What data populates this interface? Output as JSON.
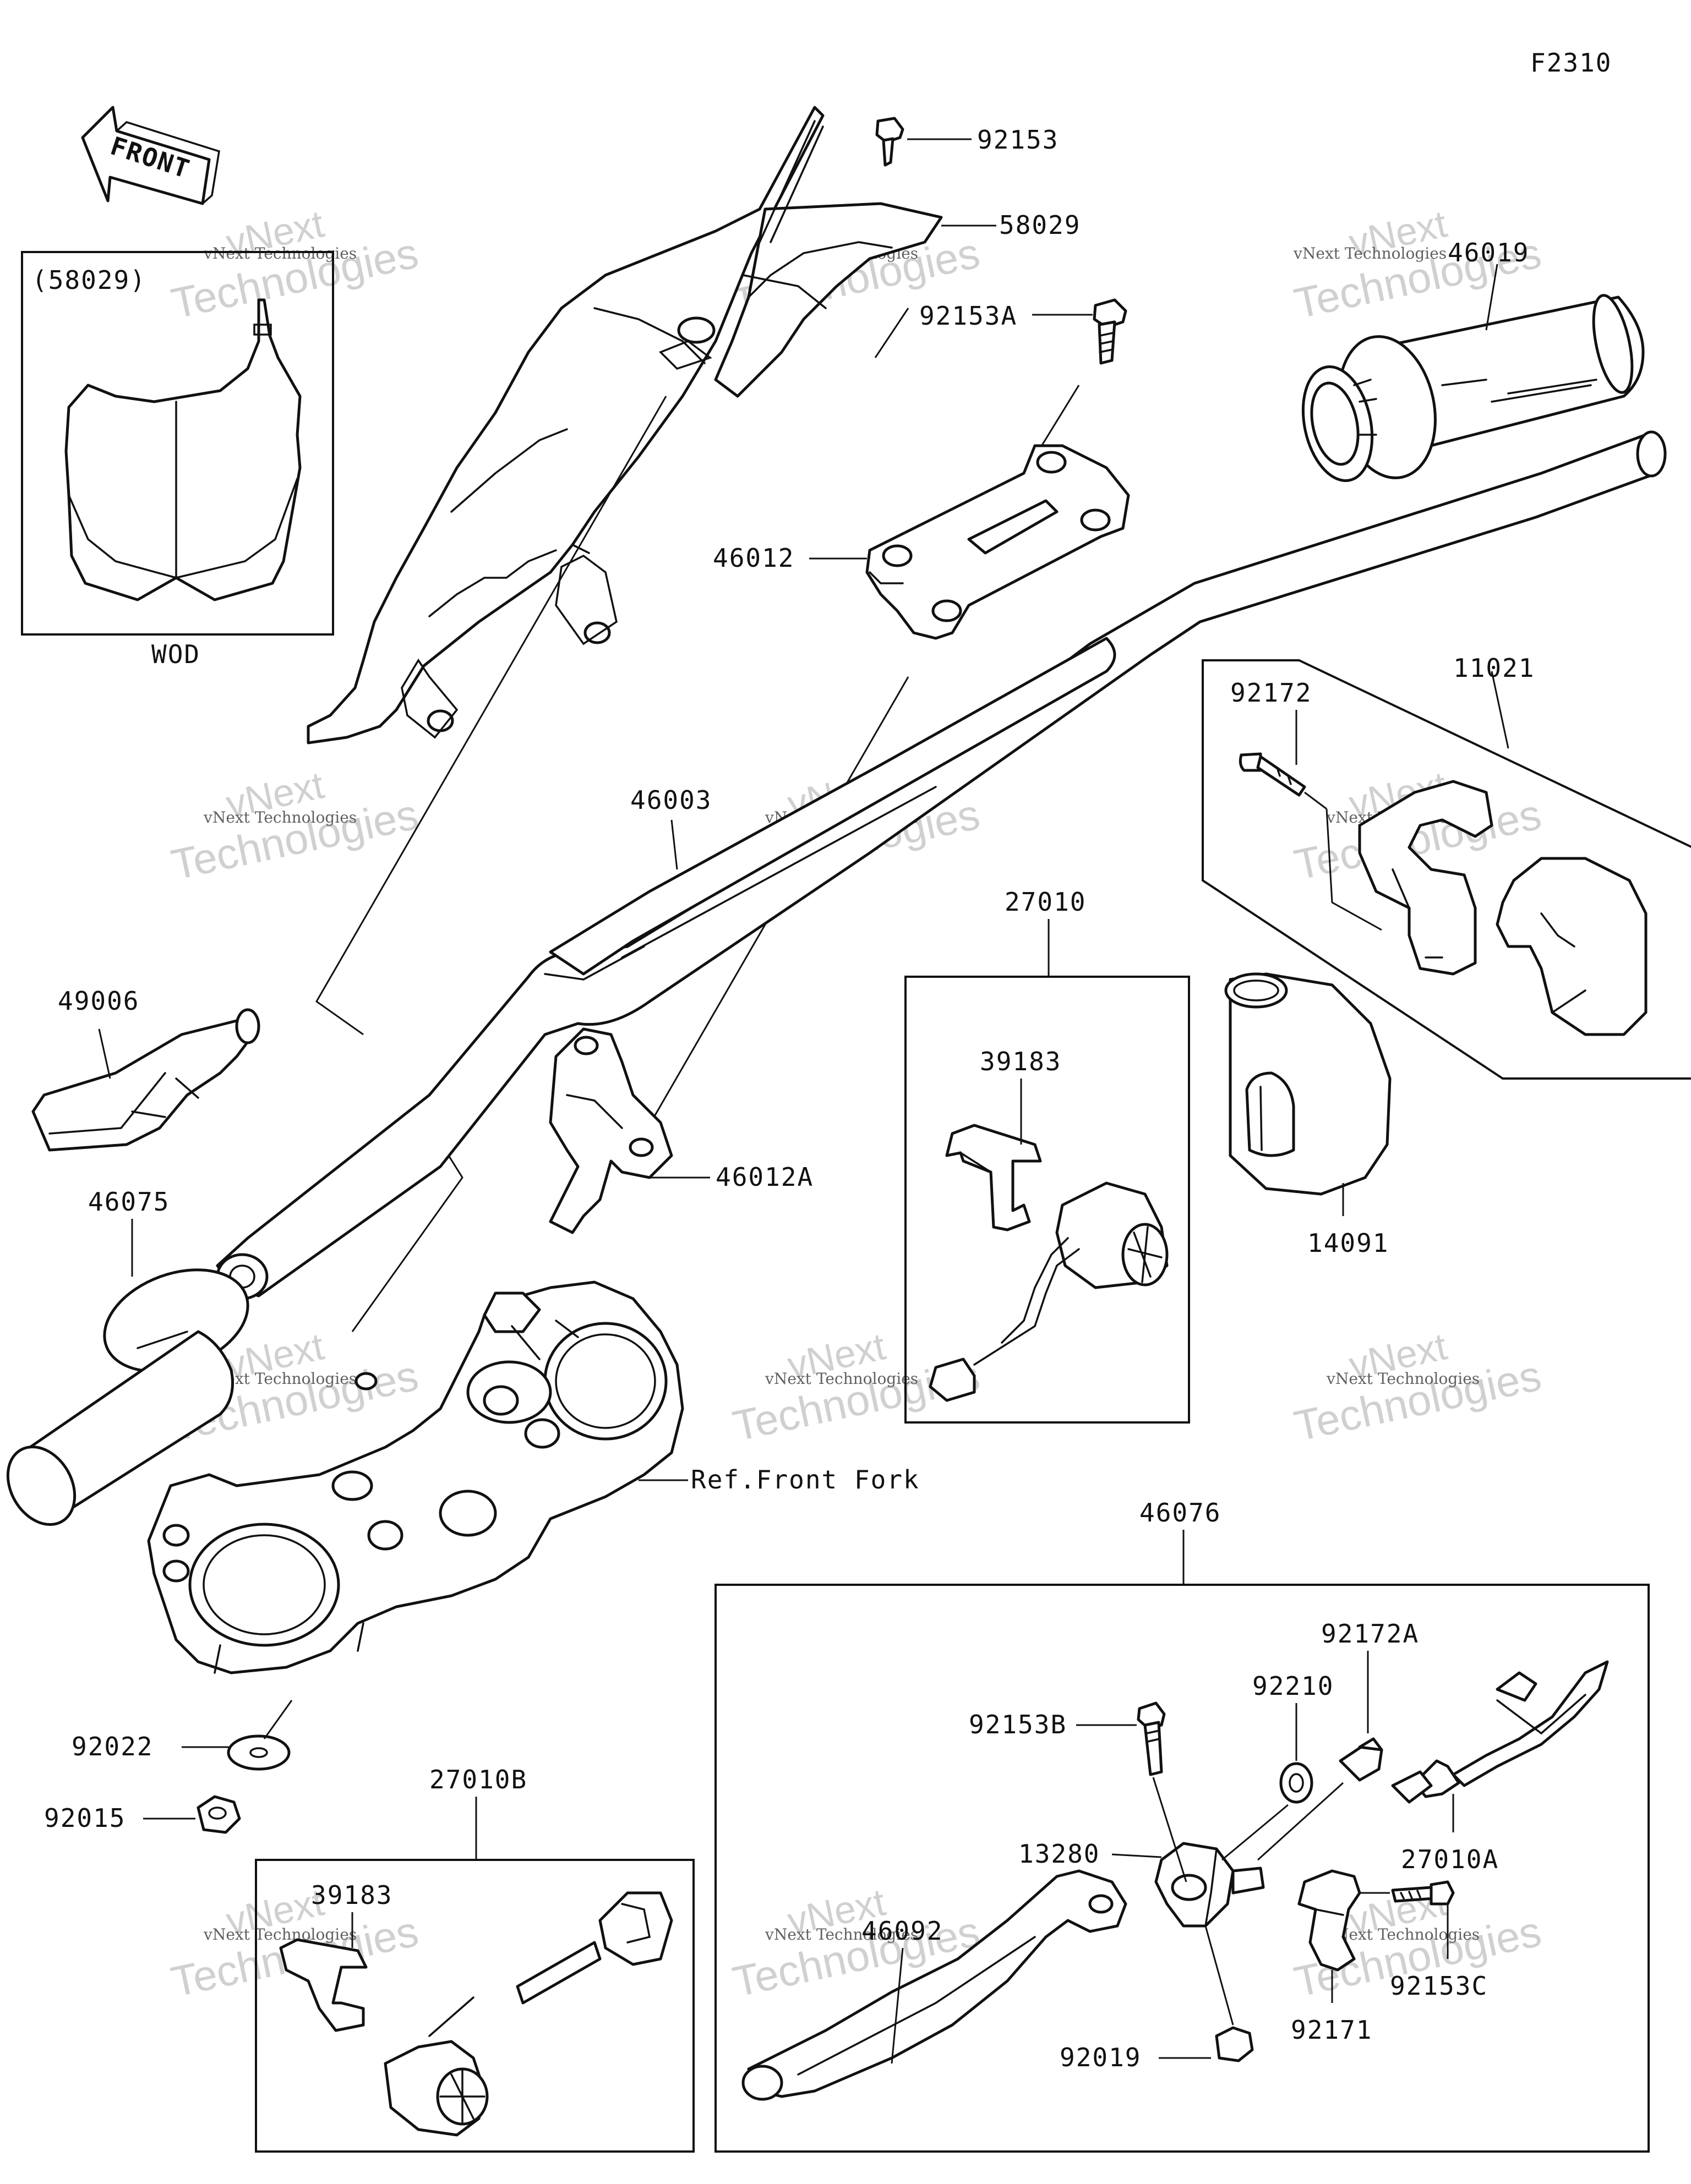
{
  "diagram_id": "F2310",
  "front_label": "FRONT",
  "watermark": {
    "brand": "vNext",
    "text": "vNext Technologies",
    "large": "Technologies"
  },
  "inset_58029": {
    "ref": "(58029)",
    "caption": "WOD"
  },
  "parts": {
    "p92153": "92153",
    "p58029": "58029",
    "p92153A": "92153A",
    "p46019": "46019",
    "p46012": "46012",
    "p11021": "11021",
    "p92172": "92172",
    "p46003": "46003",
    "p27010": "27010",
    "p49006": "49006",
    "p39183_a": "39183",
    "p46012A": "46012A",
    "p14091": "14091",
    "p46075": "46075",
    "ref_front_fork": "Ref.Front Fork",
    "p46076": "46076",
    "p92172A": "92172A",
    "p92210": "92210",
    "p92153B": "92153B",
    "p27010A": "27010A",
    "p13280": "13280",
    "p92022": "92022",
    "p92015": "92015",
    "p27010B": "27010B",
    "p39183_b": "39183",
    "p46092": "46092",
    "p92153C": "92153C",
    "p92171": "92171",
    "p92019": "92019"
  }
}
